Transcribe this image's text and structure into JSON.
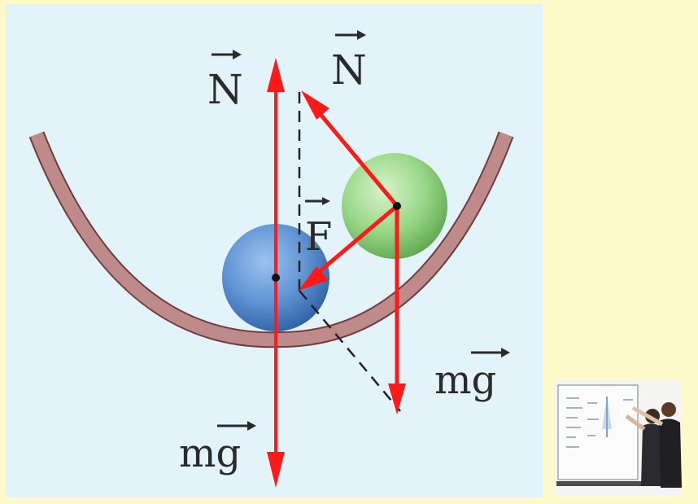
{
  "diagram": {
    "labels": {
      "normal_force_left": "N",
      "normal_force_right": "N",
      "net_force": "F",
      "weight_right": "mg",
      "weight_left": "mg"
    },
    "colors": {
      "panel_background": "#e2f3f9",
      "page_background": "#fdf9c9",
      "bowl": "#b98585",
      "force_vectors": "#ff1a1a",
      "ball_blue": "#4e86c7",
      "ball_green": "#8fd27e",
      "text": "#2a2a2a"
    }
  },
  "thumbnail": {
    "icon": "classroom-whiteboard-photo-icon"
  }
}
